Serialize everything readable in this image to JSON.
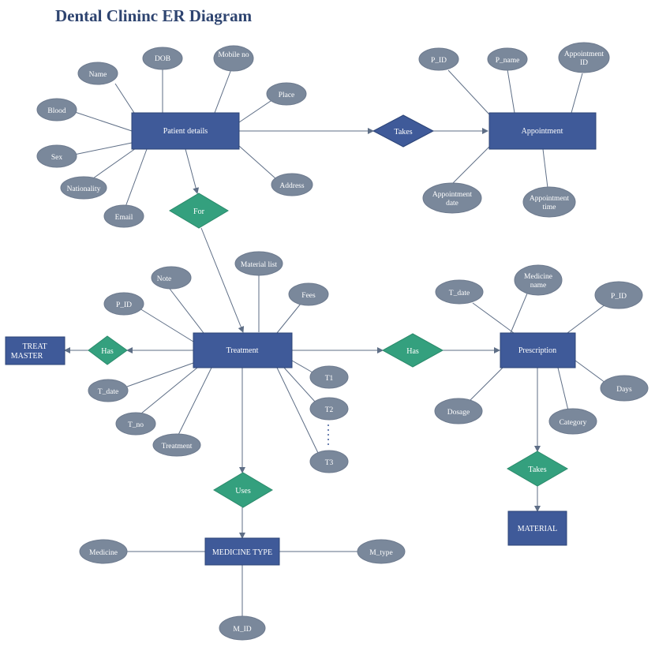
{
  "title": "Dental Clininc ER Diagram",
  "colors": {
    "title": "#2e4470",
    "entity": "#3f5a99",
    "attribute": "#7a889b",
    "relationship_dark": "#3f5a99",
    "relationship_green": "#34a07e",
    "line": "#5e6e86"
  },
  "entities": {
    "patient": "Patient details",
    "appointment": "Appointment",
    "treatment": "Treatment",
    "prescription": "Prescription",
    "treat_master": [
      "TREAT",
      "MASTER"
    ],
    "medicine_type": "MEDICINE TYPE",
    "material": "MATERIAL"
  },
  "relationships": {
    "takes_top": "Takes",
    "for": "For",
    "has_left": "Has",
    "has_right": "Has",
    "uses": "Uses",
    "takes_bottom": "Takes"
  },
  "attributes": {
    "patient": {
      "dob": "DOB",
      "mobile": [
        "Mobile no"
      ],
      "name": "Name",
      "place": "Place",
      "blood": "Blood",
      "sex": "Sex",
      "nationality": "Nationality",
      "email": "Email",
      "address": "Address"
    },
    "appointment": {
      "pid": "P_ID",
      "pname": "P_name",
      "appt_id": [
        "Appointment",
        "ID"
      ],
      "appt_date": [
        "Appointment",
        "date"
      ],
      "appt_time": [
        "Appointment",
        "time"
      ]
    },
    "treatment": {
      "note": "Note",
      "material_list": "Material list",
      "fees": "Fees",
      "pid": "P_ID",
      "tdate": "T_date",
      "tno": "T_no",
      "treatment": "Treatment",
      "t1": "T1",
      "t2": "T2",
      "t3": "T3"
    },
    "prescription": {
      "tdate": "T_date",
      "medicine_name": [
        "Medicine",
        "name"
      ],
      "pid": "P_ID",
      "days": "Days",
      "dosage": "Dosage",
      "category": "Category"
    },
    "medicine_type": {
      "medicine": "Medicine",
      "mtype": "M_type",
      "mid": "M_ID"
    }
  }
}
